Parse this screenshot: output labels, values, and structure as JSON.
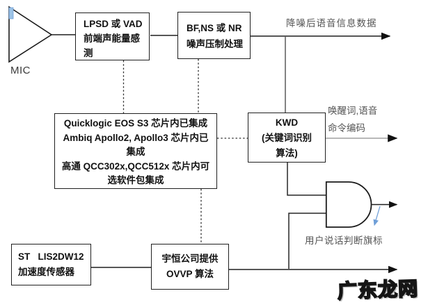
{
  "diagram_title": "voice-wakeup-processing-block-diagram",
  "colors": {
    "line": "#1f1f1f",
    "grey_line": "#a0a0a0",
    "grey_vertical": "#595959",
    "label_text": "#545454",
    "accent_blue": "#6f9fd8",
    "mic_port_fill": "#9dc3e6",
    "box_fill": "#ffffff"
  },
  "icons": {
    "mic_symbol": "amplifier-triangle-icon",
    "logic_gate": "and-gate-icon",
    "flag_pointer": "blue-down-arrow-icon"
  },
  "mic": {
    "label": "MIC"
  },
  "boxes": {
    "lpsd": {
      "lines": [
        "LPSD 或 VAD",
        "前端声能量感",
        "测"
      ]
    },
    "bf": {
      "lines": [
        "BF,NS 或 NR",
        "噪声压制处理"
      ]
    },
    "chip": {
      "lines": [
        "Quicklogic EOS S3 芯片内已集成",
        "Ambiq Apollo2, Apollo3 芯片内已",
        "集成",
        "高通 QCC302x,QCC512x 芯片内可",
        "选软件包集成"
      ]
    },
    "kwd": {
      "lines": [
        "KWD",
        "(关键词识别",
        "算法)"
      ]
    },
    "st": {
      "lines": [
        "ST   LIS2DW12",
        "加速度传感器"
      ]
    },
    "ovvp": {
      "lines": [
        "宇恒公司提供",
        "OVVP 算法"
      ]
    }
  },
  "labels": {
    "denoised_output": "降噪后语音信息数据",
    "wake_word_line1": "唤醒词,语音",
    "wake_word_line2": "命令编码",
    "user_flag": "用户说话判断旗标"
  },
  "watermark": "广东龙网"
}
